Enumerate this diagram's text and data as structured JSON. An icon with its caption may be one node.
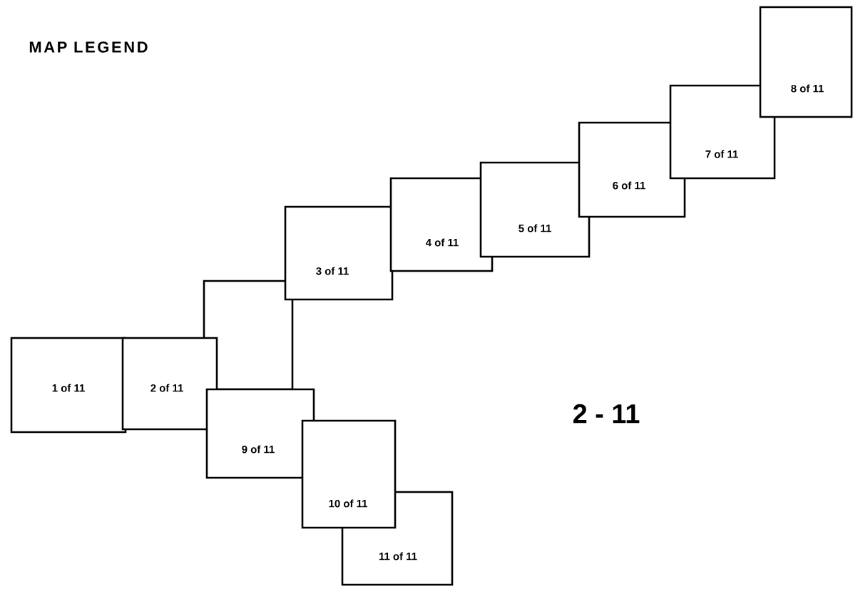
{
  "diagram": {
    "title": "MAP LEGEND",
    "nodes": [
      {
        "text": [
          "1 of 11"
        ]
      },
      {
        "text": [
          "2 of 11"
        ]
      },
      {
        "text": [],
        "shape": "box"
      },
      {
        "text": [
          "3 of 11"
        ]
      },
      {
        "text": [
          "4 of 11"
        ]
      },
      {
        "text": [
          "5 of 11"
        ]
      },
      {
        "text": [
          "6 of 11"
        ]
      },
      {
        "text": [
          "7 of 11"
        ]
      },
      {
        "text": [
          "8 of 11"
        ]
      },
      {
        "text": [
          "9 of 11"
        ]
      },
      {
        "text": [
          "10 of 11"
        ]
      },
      {
        "text": [
          "11 of 11"
        ]
      }
    ],
    "labels": [
      "2 - 11"
    ]
  }
}
